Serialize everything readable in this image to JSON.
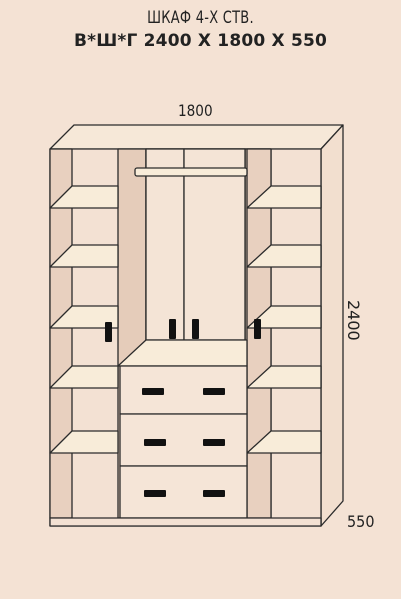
{
  "title": {
    "line1": "ШКАФ 4-Х СТВ.",
    "line2": "В*Ш*Г 2400 Х 1800 Х 550"
  },
  "dimensions": {
    "width": "1800",
    "height": "2400",
    "depth": "550"
  },
  "colors": {
    "background": "#f4e2d4",
    "panel_light": "#f3e1d3",
    "panel_side": "#e9d2c1",
    "shelf_top": "#f8ecd9",
    "outline": "#2b2b2b",
    "handle": "#111111"
  }
}
